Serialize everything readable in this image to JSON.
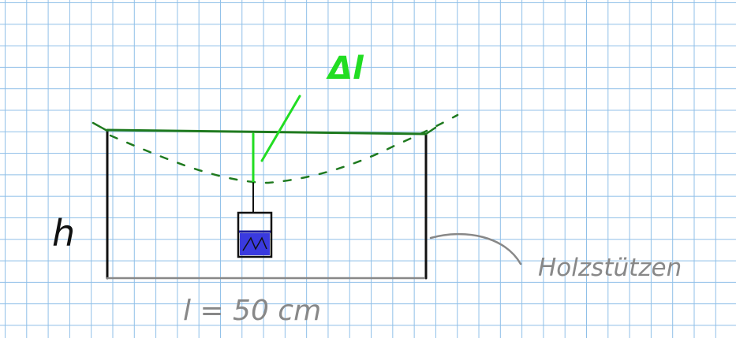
{
  "labels": {
    "delta_l": "Δl",
    "h": "h",
    "length": "l = 50 cm",
    "supports": "Holzstützen"
  },
  "colors": {
    "grid": "#8fbfe8",
    "beam": "#1f7a1f",
    "highlight": "#22dd22",
    "support": "#111111",
    "base": "#808080",
    "weight_fill": "#3a3adf"
  }
}
